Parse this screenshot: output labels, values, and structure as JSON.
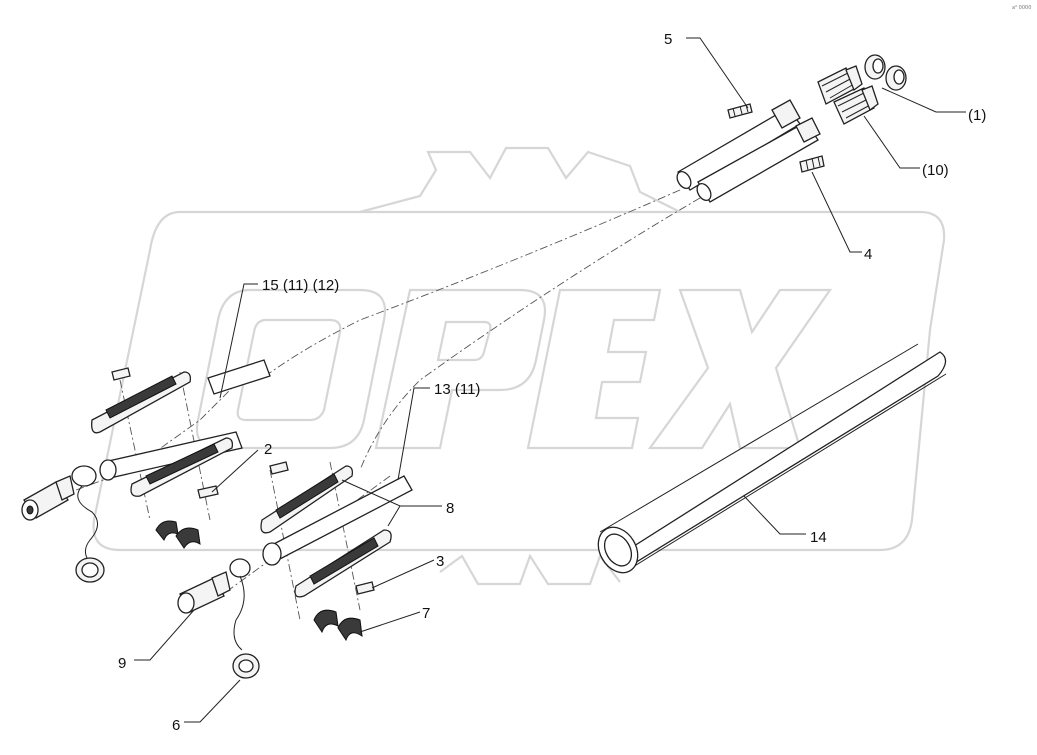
{
  "figure": {
    "corner_mark": "a⁰ 0000",
    "watermark": "OPEX"
  },
  "callouts": [
    {
      "id": "c5",
      "text": "5"
    },
    {
      "id": "c1",
      "text": "(1)"
    },
    {
      "id": "c10",
      "text": "(10)"
    },
    {
      "id": "c4",
      "text": "4"
    },
    {
      "id": "c15",
      "text": "15 (11) (12)"
    },
    {
      "id": "c13",
      "text": "13 (11)"
    },
    {
      "id": "c2",
      "text": "2"
    },
    {
      "id": "c8",
      "text": "8"
    },
    {
      "id": "c3",
      "text": "3"
    },
    {
      "id": "c7",
      "text": "7"
    },
    {
      "id": "c9",
      "text": "9"
    },
    {
      "id": "c6",
      "text": "6"
    },
    {
      "id": "c14",
      "text": "14"
    }
  ]
}
